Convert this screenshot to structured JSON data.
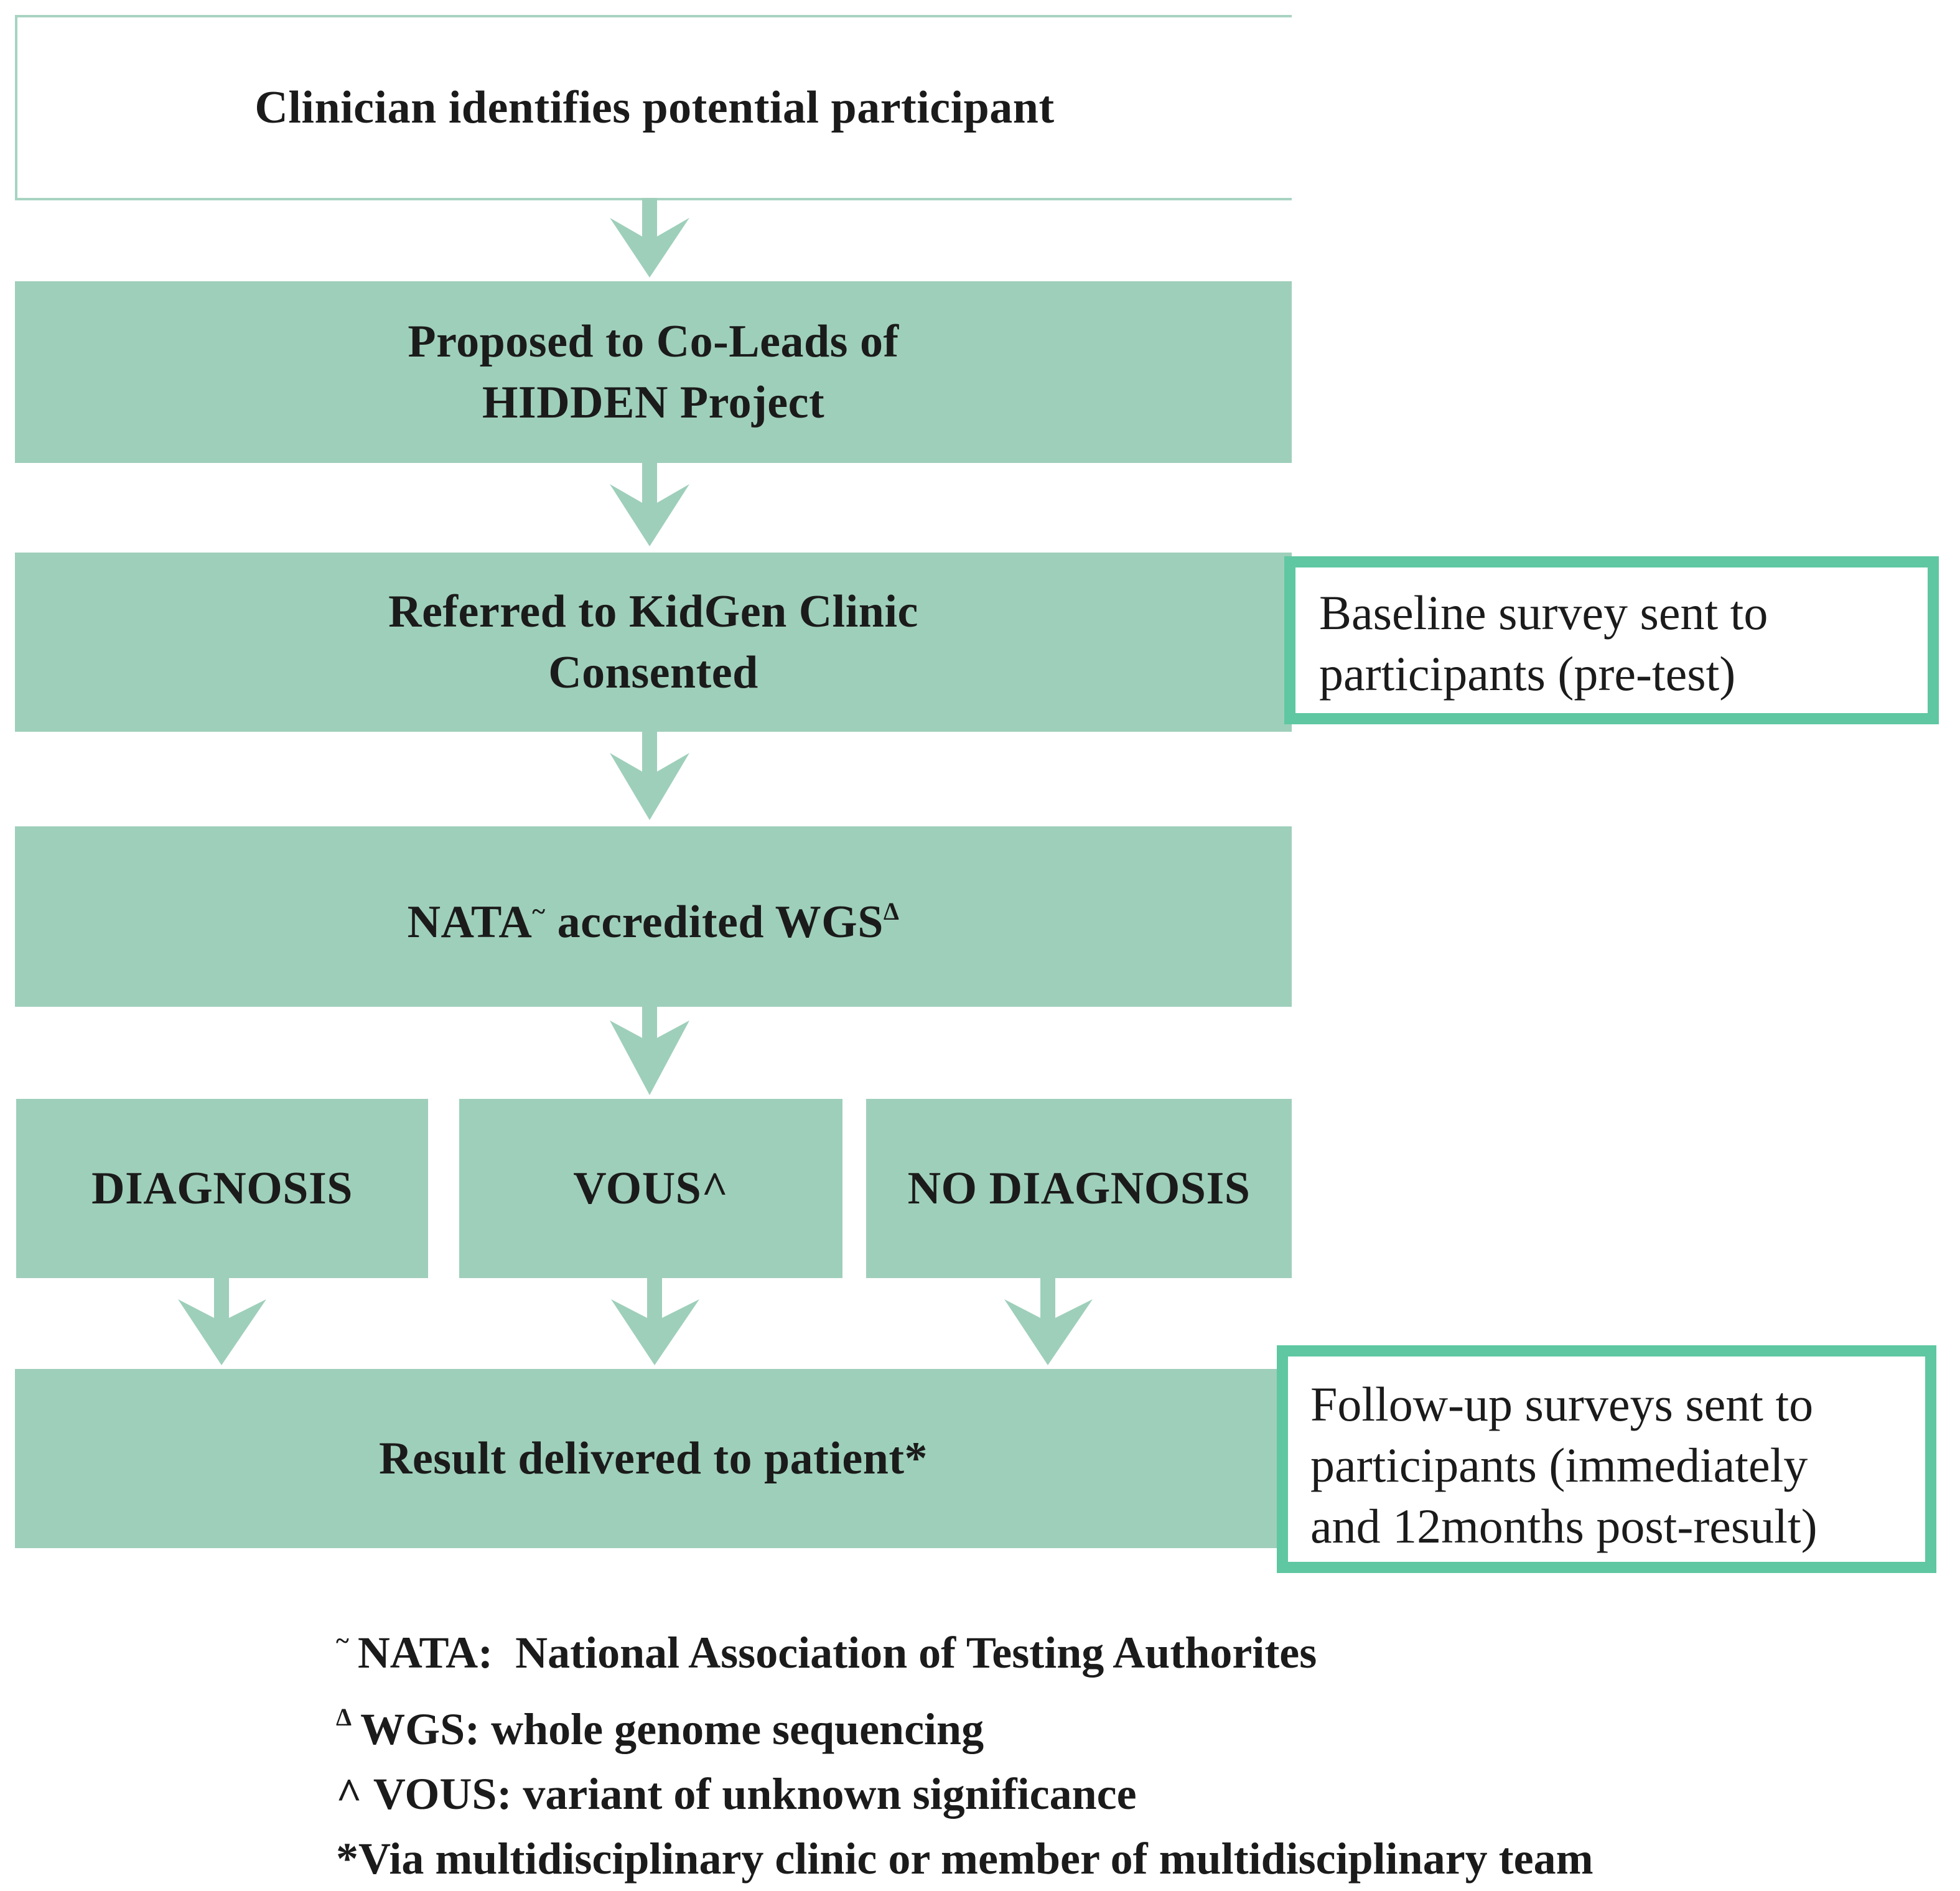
{
  "diagram": {
    "steps": {
      "identify": "Clinician identifies potential participant",
      "proposed_line1": "Proposed to Co-Leads of",
      "proposed_line2": "HIDDEN Project",
      "referred_line1": "Referred to KidGen Clinic",
      "referred_line2": "Consented",
      "wgs_prefix": "NATA",
      "wgs_sup1": "~",
      "wgs_middle": " accredited WGS",
      "wgs_sup2": "Δ",
      "diagnosis": "DIAGNOSIS",
      "vous": "VOUS^",
      "no_diagnosis": "NO DIAGNOSIS",
      "result": "Result delivered to patient*"
    },
    "notes": {
      "baseline_line1": "Baseline survey sent to",
      "baseline_line2": "participants (pre-test)",
      "followup_line1": "Follow-up surveys sent to",
      "followup_line2": "participants (immediately",
      "followup_line3": "and 12months post-result)"
    },
    "legend": [
      {
        "symbol": "~",
        "text": "NATA:  National Association of Testing Authorites"
      },
      {
        "symbol": "Δ",
        "text": "WGS: whole genome sequencing"
      },
      {
        "symbol": "^",
        "text": "VOUS: variant of unknown significance"
      },
      {
        "symbol": "",
        "text": "*Via multidisciplinary clinic or member of multidisciplinary team"
      }
    ],
    "colors": {
      "box_fill": "#9ecfba",
      "arrow": "#9ecfba",
      "note_border": "#5fc7a2"
    }
  }
}
